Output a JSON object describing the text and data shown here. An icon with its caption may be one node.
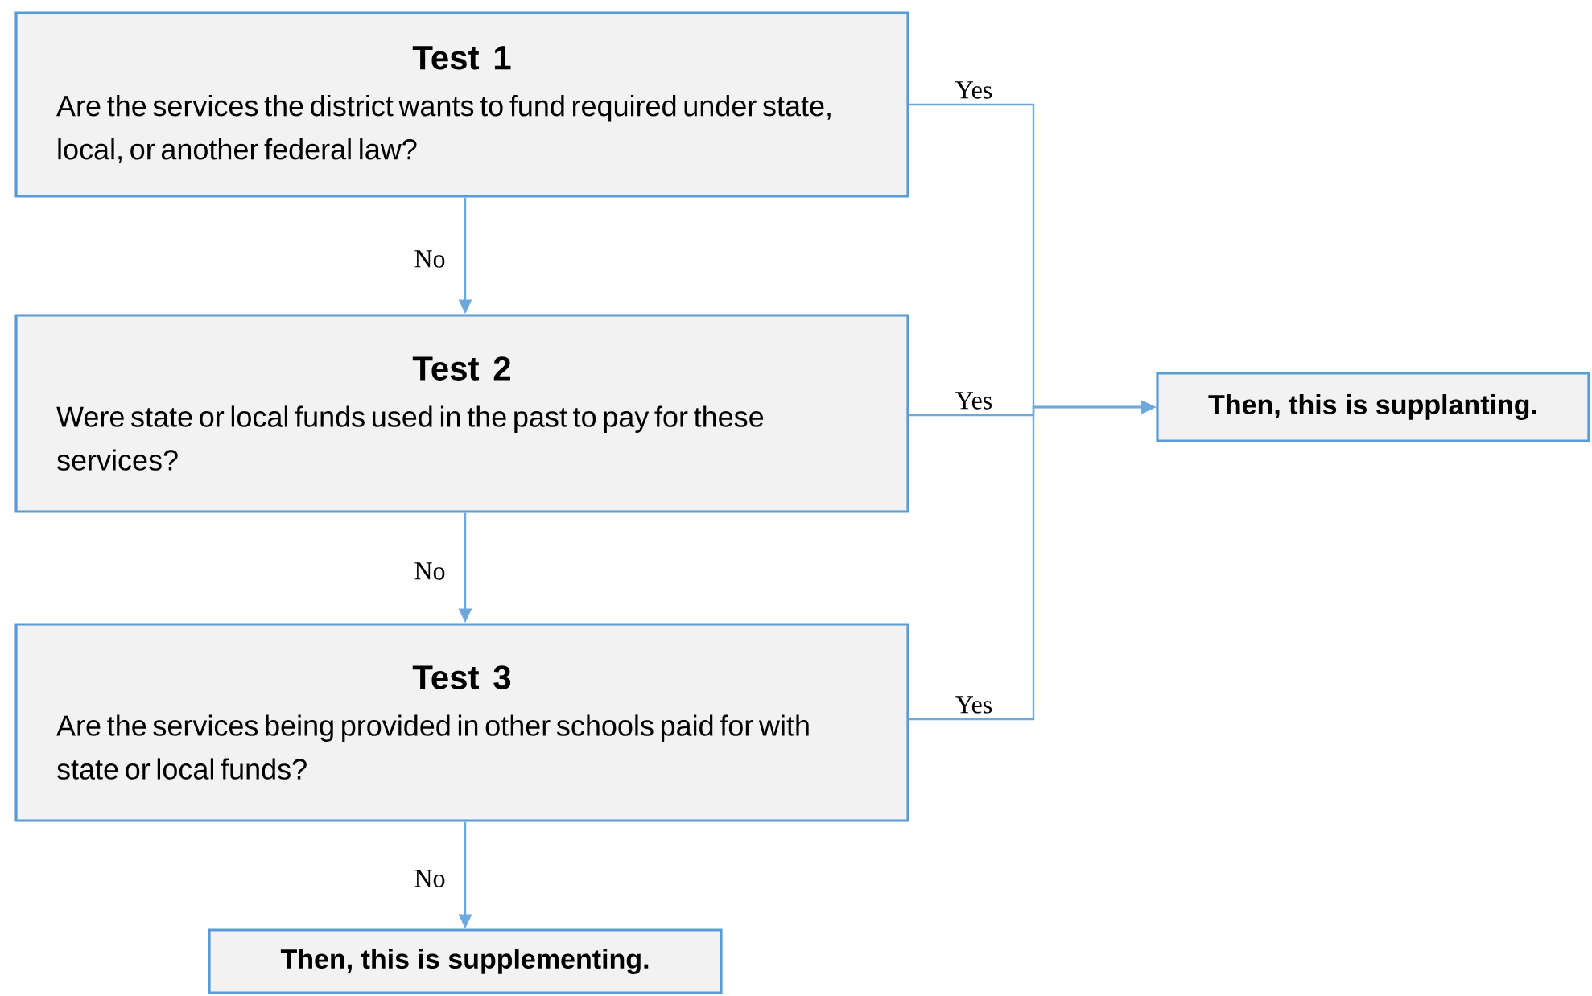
{
  "diagram": {
    "nodes": [
      {
        "text": [
          "Test 1",
          "Are the services the district wants to fund required under state, local, or another federal law?"
        ]
      },
      {
        "text": [
          "Test 2",
          "Were state or local funds used in the past to pay for these services?"
        ]
      },
      {
        "text": [
          "Then, this is supplanting."
        ]
      },
      {
        "text": [
          "Test 3",
          "Are the services being provided in other schools paid for with state or local funds?"
        ]
      },
      {
        "text": [
          "Then, this is supplementing."
        ]
      }
    ],
    "edges": [
      {
        "from": 0,
        "to": 1,
        "arrow": "to",
        "label": "No"
      },
      {
        "from": 1,
        "to": 3,
        "arrow": "to",
        "label": "No"
      },
      {
        "from": 3,
        "to": 4,
        "arrow": "to",
        "label": "No"
      },
      {
        "from": 0,
        "to": 2,
        "arrow": "to",
        "label": "Yes"
      },
      {
        "from": 1,
        "to": 2,
        "arrow": "to",
        "label": "Yes"
      },
      {
        "from": 3,
        "to": 2,
        "arrow": "to",
        "label": "Yes"
      }
    ]
  }
}
